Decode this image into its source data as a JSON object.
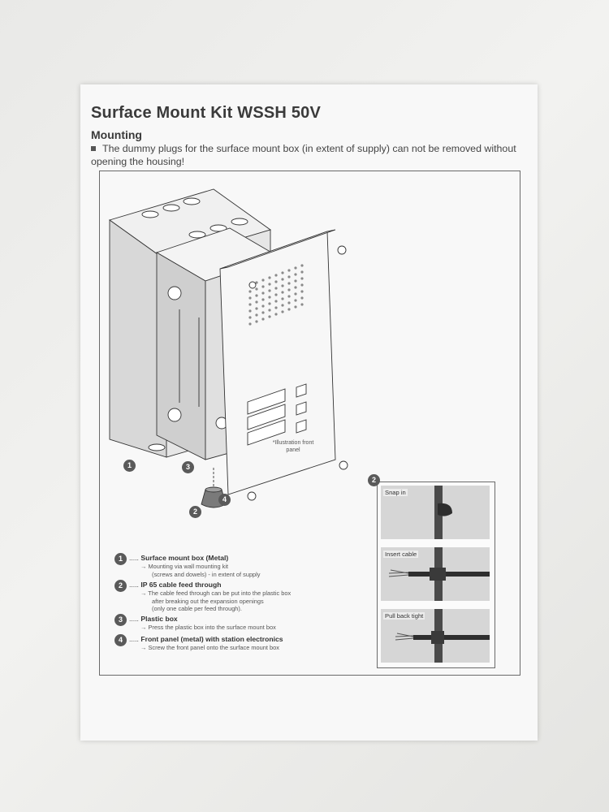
{
  "document": {
    "title": "Surface Mount Kit WSSH 50V",
    "section": "Mounting",
    "note": "The dummy plugs for the surface mount box (in extent of supply) can not be removed without opening the housing!"
  },
  "figure": {
    "front_panel_caption": "*Illustration front panel",
    "callouts": [
      "1",
      "2",
      "3",
      "4"
    ]
  },
  "legend": [
    {
      "num": "1",
      "dots": ".....",
      "title": "Surface mount box (Metal)",
      "details": [
        "→ Mounting via wall mounting kit",
        "(screws and dowels) - in extent of supply"
      ]
    },
    {
      "num": "2",
      "dots": ".....",
      "title": "IP 65 cable feed through",
      "details": [
        "→ The cable feed through can be put into the plastic box",
        "after breaking out the expansion openings",
        "(only one cable per feed through)."
      ]
    },
    {
      "num": "3",
      "dots": ".....",
      "title": "Plastic box",
      "details": [
        "→ Press the plastic box into the surface mount box"
      ]
    },
    {
      "num": "4",
      "dots": ".....",
      "title": "Front panel (metal) with station electronics",
      "details": [
        "→ Screw the front panel onto the surface mount box"
      ]
    }
  ],
  "inset": {
    "num": "2",
    "steps": [
      "Snap in",
      "Insert cable",
      "Pull back tight"
    ]
  }
}
